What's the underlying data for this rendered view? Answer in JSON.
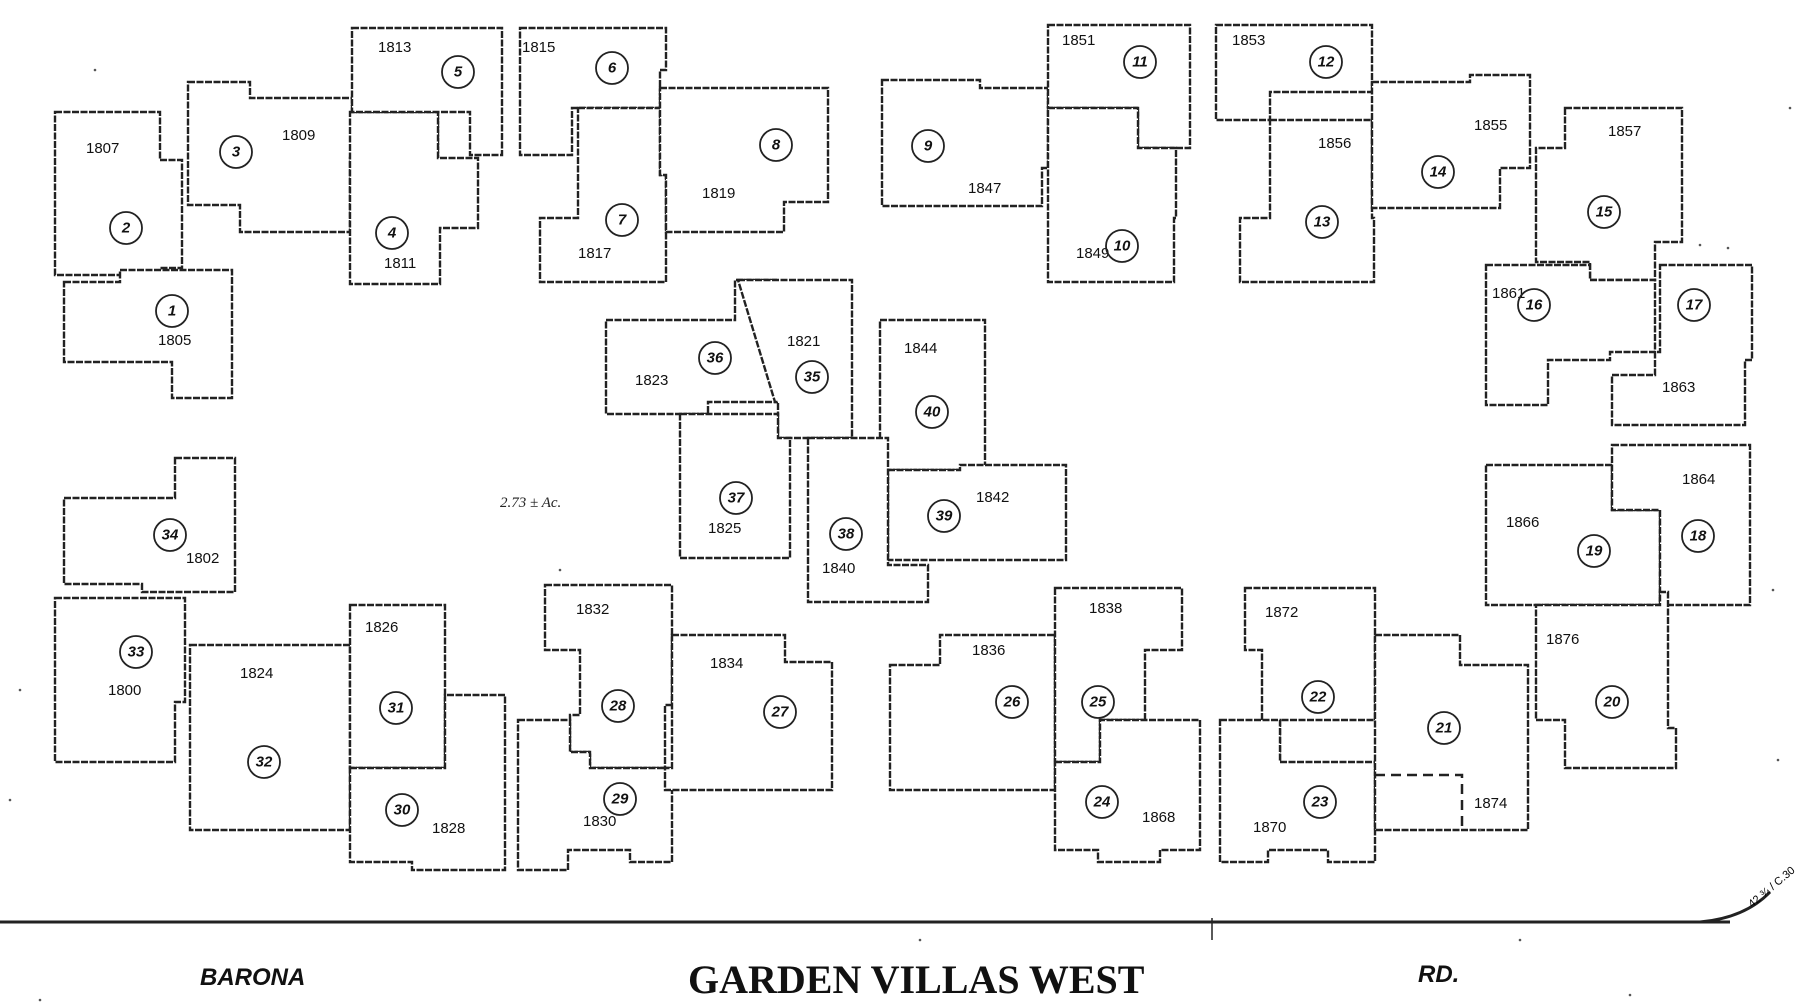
{
  "map": {
    "title": "GARDEN VILLAS WEST",
    "road_label_left": "BARONA",
    "road_label_right": "RD.",
    "area_note": "2.73 ± Ac.",
    "corner_note": "42 ¾ / C.30",
    "units": [
      {
        "addr": "1807",
        "circle": "2"
      },
      {
        "addr": "1805",
        "circle": "1"
      },
      {
        "addr": "1809",
        "circle": "3"
      },
      {
        "addr": "1811",
        "circle": "4"
      },
      {
        "addr": "1813",
        "circle": "5"
      },
      {
        "addr": "1815",
        "circle": "6"
      },
      {
        "addr": "1817",
        "circle": "7"
      },
      {
        "addr": "1819",
        "circle": "8"
      },
      {
        "addr": "1847",
        "circle": "9"
      },
      {
        "addr": "1851",
        "circle": "11"
      },
      {
        "addr": "1849",
        "circle": "10"
      },
      {
        "addr": "1853",
        "circle": "12"
      },
      {
        "addr": "1856",
        "circle": "13"
      },
      {
        "addr": "1855",
        "circle": "14"
      },
      {
        "addr": "1857",
        "circle": "15"
      },
      {
        "addr": "1861",
        "circle": "16"
      },
      {
        "addr": "1863",
        "circle": "17"
      },
      {
        "addr": "1823",
        "circle": "36"
      },
      {
        "addr": "1821",
        "circle": "35"
      },
      {
        "addr": "1825",
        "circle": "37"
      },
      {
        "addr": "1844",
        "circle": "40"
      },
      {
        "addr": "1842",
        "circle": "39"
      },
      {
        "addr": "1840",
        "circle": "38"
      },
      {
        "addr": "1802",
        "circle": "34"
      },
      {
        "addr": "1800",
        "circle": "33"
      },
      {
        "addr": "1824",
        "circle": "32"
      },
      {
        "addr": "1826",
        "circle": "31"
      },
      {
        "addr": "1828",
        "circle": "30"
      },
      {
        "addr": "1832",
        "circle": "28"
      },
      {
        "addr": "1830",
        "circle": "29"
      },
      {
        "addr": "1834",
        "circle": "27"
      },
      {
        "addr": "1836",
        "circle": "26"
      },
      {
        "addr": "1838",
        "circle": "25"
      },
      {
        "addr": "1868",
        "circle": "24"
      },
      {
        "addr": "1872",
        "circle": "22"
      },
      {
        "addr": "1870",
        "circle": "23"
      },
      {
        "addr": "1874",
        "circle": "21"
      },
      {
        "addr": "1866",
        "circle": "19"
      },
      {
        "addr": "1864",
        "circle": "18"
      },
      {
        "addr": "1876",
        "circle": "20"
      }
    ]
  }
}
